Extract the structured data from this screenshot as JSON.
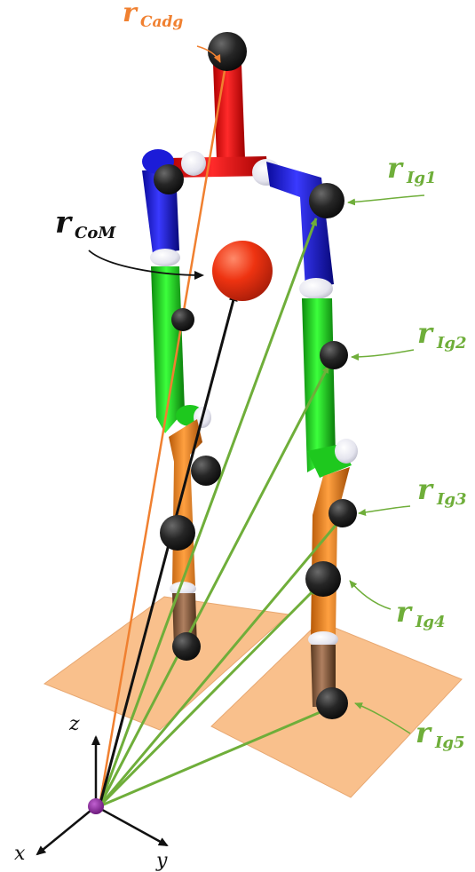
{
  "colors": {
    "cadg": "#f08030",
    "ig": "#6fae3a",
    "com": "#111111",
    "pelvis_red": "#dd1111",
    "hip_blue": "#1c1cd8",
    "thigh_green": "#22cc22",
    "shank_orange": "#f08a1c",
    "foot_brown": "#8a6040",
    "plate": "#f8c08a",
    "marker": "#1e1e1e",
    "com_ball": "#ee3311",
    "origin": "#7a1a8a"
  },
  "labels": {
    "cadg": {
      "main": "r",
      "sub": "Cadg"
    },
    "com": {
      "main": "r",
      "sub": "CoM"
    },
    "ig1": {
      "main": "r",
      "sub": "Ig1"
    },
    "ig2": {
      "main": "r",
      "sub": "Ig2"
    },
    "ig3": {
      "main": "r",
      "sub": "Ig3"
    },
    "ig4": {
      "main": "r",
      "sub": "Ig4"
    },
    "ig5": {
      "main": "r",
      "sub": "Ig5"
    }
  },
  "axes": {
    "x": "x",
    "y": "y",
    "z": "z"
  }
}
